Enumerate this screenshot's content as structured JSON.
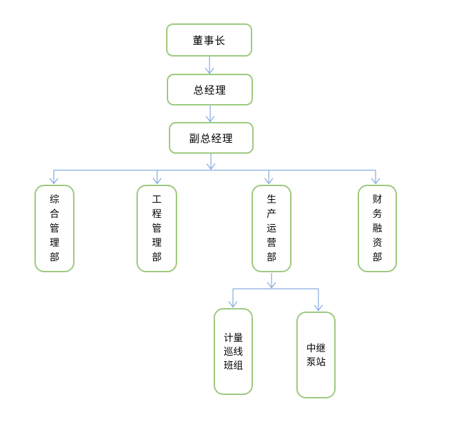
{
  "diagram": {
    "type": "org-chart",
    "nodes": [
      {
        "id": "chairman",
        "label": "董事长"
      },
      {
        "id": "general-manager",
        "label": "总经理"
      },
      {
        "id": "deputy-general-manager",
        "label": "副总经理"
      },
      {
        "id": "dept-comprehensive-management",
        "label": "综合管理部"
      },
      {
        "id": "dept-engineering-management",
        "label": "工程管理部"
      },
      {
        "id": "dept-production-operations",
        "label": "生产运营部"
      },
      {
        "id": "dept-finance-financing",
        "label": "财务融资部"
      },
      {
        "id": "team-metering-line-patrol",
        "label": "计量巡线班组"
      },
      {
        "id": "relay-pump-station",
        "label": "中继泵站"
      }
    ],
    "edges": [
      {
        "from": "董事长",
        "to": "总经理"
      },
      {
        "from": "总经理",
        "to": "副总经理"
      },
      {
        "from": "副总经理",
        "to": "综合管理部"
      },
      {
        "from": "副总经理",
        "to": "工程管理部"
      },
      {
        "from": "副总经理",
        "to": "生产运营部"
      },
      {
        "from": "副总经理",
        "to": "财务融资部"
      },
      {
        "from": "生产运营部",
        "to": "计量巡线班组"
      },
      {
        "from": "生产运营部",
        "to": "中继泵站"
      }
    ],
    "colors": {
      "box_border": "#9CC97E",
      "connector": "#82ABDF",
      "background": "#FFFFFF",
      "text": "#000000"
    }
  }
}
